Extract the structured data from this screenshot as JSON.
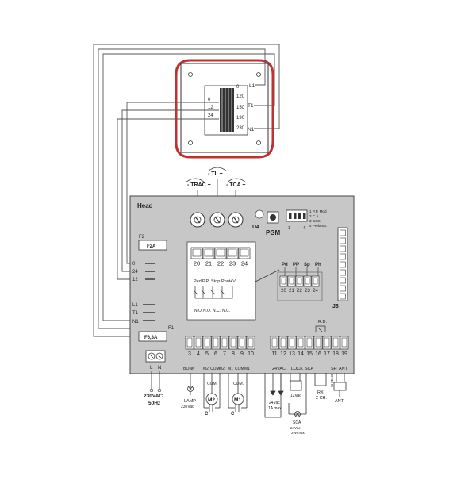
{
  "transformer": {
    "primary": [
      "0",
      "120",
      "150",
      "190",
      "230"
    ],
    "secondary": [
      "0",
      "12",
      "24"
    ],
    "lines": [
      "L1",
      "T1",
      "N1"
    ]
  },
  "trimmers": {
    "trac": "- TRAC +",
    "tl": "- TL +",
    "tca": "- TCA +"
  },
  "board": {
    "head_label": "Head",
    "d4": "D4",
    "pgm": "PGM",
    "dip_numbers": [
      "1",
      "4"
    ],
    "dip_functions": [
      "1 P.P. Mod",
      "2 C.A.",
      "3 Cont.",
      "4 Prelamp."
    ],
    "j3": "J3",
    "f2": "F2",
    "f2_value": "F2A",
    "f1": "F1",
    "f1_value": "F6,3A",
    "left_inputs": [
      "0",
      "24",
      "12"
    ],
    "left_lines": [
      "L1",
      "T1",
      "N1"
    ],
    "rd": "R.D.",
    "sh": "SH",
    "ant": "ANT"
  },
  "inputs_block": {
    "terminals": [
      "20",
      "21",
      "22",
      "23",
      "24"
    ],
    "labels": [
      "Ped",
      "P.P",
      "Stop",
      "Phot",
      "+V"
    ],
    "contacts": [
      "N.O.",
      "N.O.",
      "N.C.",
      "N.C."
    ]
  },
  "inputs_small": {
    "labels": [
      "Pd",
      "PP",
      "Sp",
      "Ph"
    ],
    "terminals": [
      "20",
      "21",
      "22",
      "23",
      "24"
    ]
  },
  "power": {
    "terminals": [
      "L",
      "N"
    ],
    "voltage": "230VAC",
    "frequency": "50Hz"
  },
  "motor_block": {
    "terminals": [
      "3",
      "4",
      "5",
      "6",
      "7",
      "8",
      "9",
      "10"
    ],
    "labels": [
      "BLINK",
      "M2",
      "COM",
      "M2",
      "M1",
      "COM",
      "M1"
    ],
    "lamp": "LAMP",
    "lamp_volt": "230Vac",
    "com": "COM.",
    "m2": "M2",
    "m1": "M1",
    "cap": "C"
  },
  "aux_block": {
    "terminals": [
      "11",
      "12",
      "13",
      "14",
      "15",
      "16",
      "17",
      "18",
      "19"
    ],
    "labels": [
      "24VAC",
      "LOCK",
      "SCA"
    ],
    "ac24": "24Vac",
    "ac24_max": "1A max",
    "lock_volt": "12Vac",
    "sca": "SCA",
    "sca_volt": "24Vac",
    "sca_max": "3W max",
    "rx": "RX",
    "rx2": "2 CH.",
    "shield": "SHIELD",
    "ant_label": "ANT"
  }
}
